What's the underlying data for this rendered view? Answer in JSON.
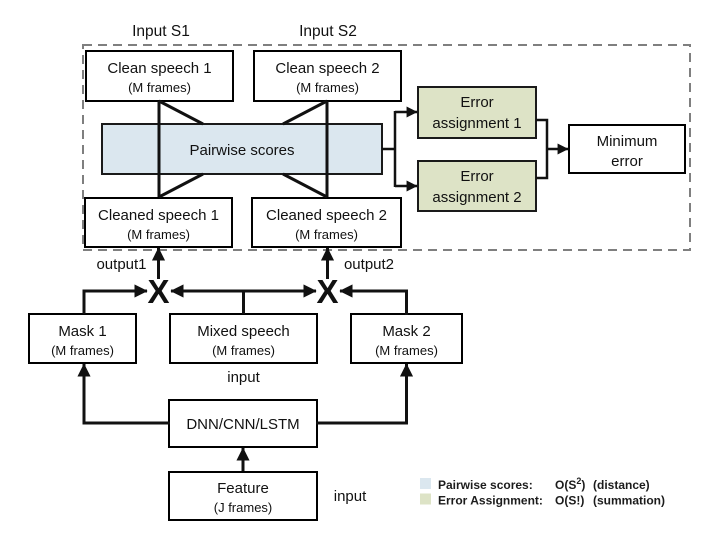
{
  "labels": {
    "input_s1": "Input S1",
    "input_s2": "Input S2",
    "output1": "output1",
    "output2": "output2",
    "input_bottom": "input",
    "input_feature": "input",
    "multiply": "X"
  },
  "boxes": {
    "clean_speech_1": {
      "title": "Clean speech 1",
      "subtitle": "(M frames)"
    },
    "clean_speech_2": {
      "title": "Clean speech 2",
      "subtitle": "(M frames)"
    },
    "pairwise_scores": {
      "title": "Pairwise scores"
    },
    "cleaned_speech_1": {
      "title": "Cleaned speech 1",
      "subtitle": "(M frames)"
    },
    "cleaned_speech_2": {
      "title": "Cleaned speech 2",
      "subtitle": "(M frames)"
    },
    "error_assignment_1": {
      "title": "Error",
      "subtitle": "assignment 1"
    },
    "error_assignment_2": {
      "title": "Error",
      "subtitle": "assignment 2"
    },
    "minimum_error": {
      "title": "Minimum",
      "subtitle": "error"
    },
    "mask_1": {
      "title": "Mask 1",
      "subtitle": "(M frames)"
    },
    "mixed_speech": {
      "title": "Mixed speech",
      "subtitle": "(M frames)"
    },
    "mask_2": {
      "title": "Mask 2",
      "subtitle": "(M frames)"
    },
    "dnn": {
      "title": "DNN/CNN/LSTM"
    },
    "feature": {
      "title": "Feature",
      "subtitle": "(J frames)"
    }
  },
  "legend": {
    "row1": {
      "swatch_color": "#dbe7ef",
      "label": "Pairwise scores:",
      "complexity_prefix": "O(S",
      "complexity_sup": "2",
      "complexity_suffix": ")",
      "note": "(distance)"
    },
    "row2": {
      "swatch_color": "#dde3c6",
      "label": "Error Assignment:",
      "complexity": "O(S!)",
      "note": "(summation)"
    }
  },
  "colors": {
    "pairwise_fill": "#dbe7ef",
    "error_fill": "#dde3c6",
    "line": "#111111",
    "dashed_border": "#7f7f7f"
  }
}
